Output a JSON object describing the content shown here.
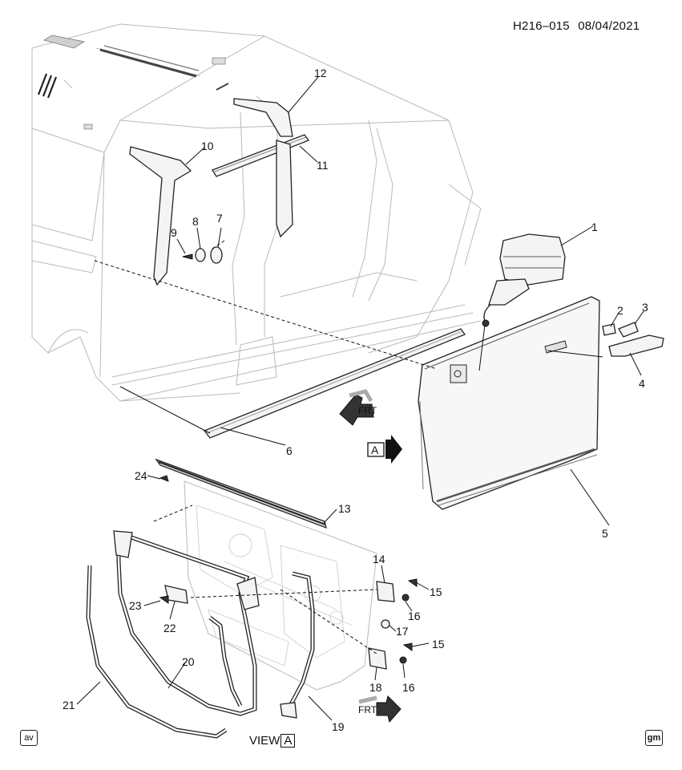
{
  "header": {
    "diagram_code": "H216–015",
    "date": "08/04/2021"
  },
  "view_marker": {
    "box_letter": "A"
  },
  "frt_label": "FRT",
  "view_caption": {
    "prefix": "VIEW",
    "letter": "A"
  },
  "corner_left": "av",
  "corner_right": "gm",
  "callouts": [
    "1",
    "2",
    "3",
    "4",
    "5",
    "6",
    "7",
    "8",
    "9",
    "10",
    "11",
    "12",
    "13",
    "14",
    "15",
    "15",
    "16",
    "16",
    "17",
    "18",
    "19",
    "20",
    "21",
    "22",
    "23",
    "24"
  ]
}
